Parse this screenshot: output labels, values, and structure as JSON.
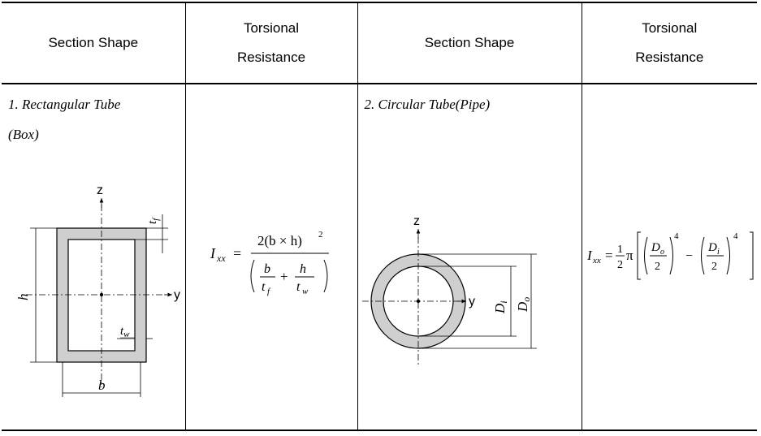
{
  "header": {
    "col1": "Section Shape",
    "col2_line1": "Torsional",
    "col2_line2": "Resistance",
    "col3": "Section Shape",
    "col4_line1": "Torsional",
    "col4_line2": "Resistance"
  },
  "rows": [
    {
      "shape1": {
        "title_line1": "1.  Rectangular  Tube",
        "title_line2": "(Box)",
        "labels": {
          "z": "z",
          "y": "y",
          "h": "h",
          "b": "b",
          "tf": "t",
          "tf_sub": "f",
          "tw": "t",
          "tw_sub": "w"
        }
      },
      "formula1": {
        "lhs": "I",
        "lhs_sub": "xx",
        "eq": "=",
        "numerator": "2(b × h)",
        "num_exp": "2",
        "b": "b",
        "t": "t",
        "f": "f",
        "plus": "+",
        "h": "h",
        "w": "w"
      },
      "shape2": {
        "title": "2. Circular Tube(Pipe)",
        "labels": {
          "z": "z",
          "y": "y",
          "Di": "D",
          "Di_sub": "i",
          "Do": "D",
          "Do_sub": "o"
        }
      },
      "formula2": {
        "lhs": "I",
        "lhs_sub": "xx",
        "eq": "=",
        "half_num": "1",
        "half_den": "2",
        "pi": "π",
        "D": "D",
        "o": "o",
        "i": "i",
        "two": "2",
        "exp": "4",
        "minus": "−"
      }
    }
  ]
}
